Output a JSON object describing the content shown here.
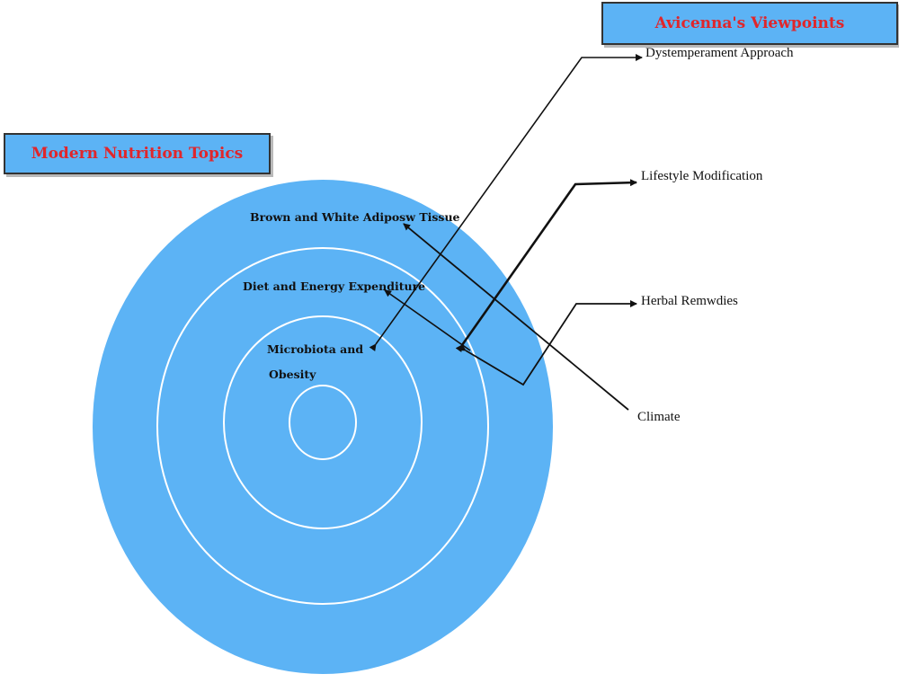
{
  "left_title": "Modern Nutrition Topics",
  "right_title": "Avicenna's Viewpoints",
  "circle_labels": {
    "outer": "Brown and White Adiposw Tissue",
    "middle": "Diet and Energy Expenditure",
    "inner_line1": "Microbiota and",
    "inner_line2": "Obesity"
  },
  "viewpoints": {
    "dystemperament": "Dystemperament Approach",
    "lifestyle": "Lifestyle Modification",
    "herbal": "Herbal Remwdies",
    "climate": "Climate"
  },
  "colors": {
    "circle_fill": "#5cb3f5",
    "title_text": "#e0262b",
    "ring_stroke": "#ffffff"
  }
}
